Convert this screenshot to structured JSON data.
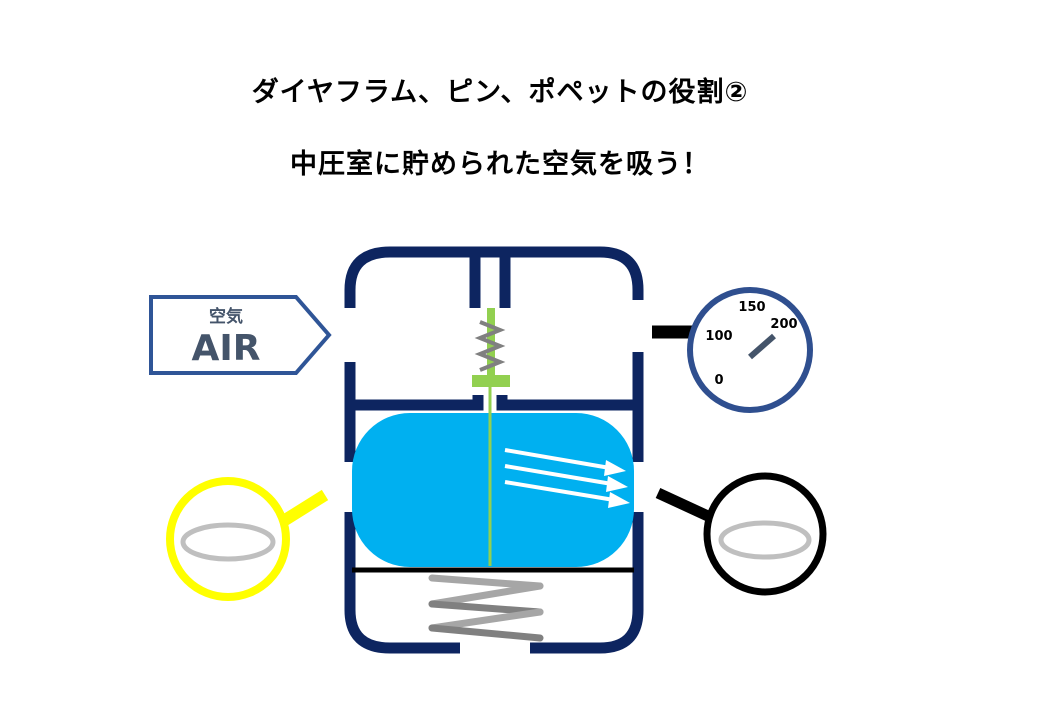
{
  "title": {
    "line1": "ダイヤフラム、ピン、ポペットの役割②",
    "line2": "中圧室に貯められた空気を吸う！"
  },
  "air_label": {
    "kanji": "空気",
    "latin": "AIR"
  },
  "gauge": {
    "tick_0": "0",
    "tick_100": "100",
    "tick_150": "150",
    "tick_200": "200"
  },
  "colors": {
    "frame": "#0d2560",
    "water": "#00b0f0",
    "pin": "#92d050",
    "gauge_ring": "#2f4f8f",
    "air_box": "#2f5597",
    "yellow_lens": "#ffff00",
    "oring": "#bfbfbf",
    "spring": "#808080"
  }
}
